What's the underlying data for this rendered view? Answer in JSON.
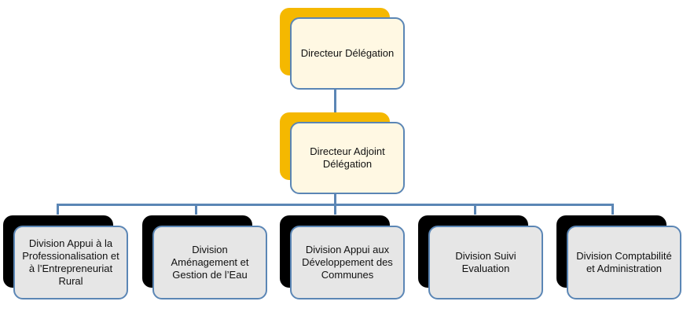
{
  "colors": {
    "connector": "#5b86b5",
    "gold_shadow": "#f5b800",
    "black_shadow": "#000000",
    "top_fill": "#fff8e3",
    "division_fill": "#e6e6e6"
  },
  "org": {
    "director": "Directeur Délégation",
    "deputy": "Directeur Adjoint Délégation",
    "divisions": [
      "Division Appui à la Professionalisation et à l’Entrepreneuriat Rural",
      "Division Aménagement et Gestion de l’Eau",
      "Division Appui aux Développement des Communes",
      "Division Suivi Evaluation",
      "Division Comptabilité et Administration"
    ]
  }
}
